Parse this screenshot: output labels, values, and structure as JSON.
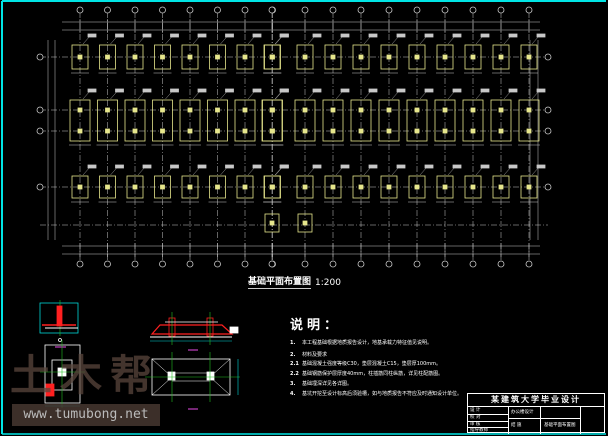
{
  "drawing": {
    "plan_title": "基础平面布置图",
    "plan_scale": "1:200",
    "frame_color": "#00e5e5",
    "footing_color": "#e6e68c",
    "axis_color": "#c8c8c8"
  },
  "notes": {
    "title": "说明：",
    "items": [
      {
        "num": "1.",
        "text": "本工程基础根据地质报告设计，地基承载力特征值见说明。"
      },
      {
        "num": "2.",
        "text": "材料及要求"
      },
      {
        "num": "2.1",
        "text": "基础混凝土强度等级C30，垫层混凝土C15，垫层厚100mm。"
      },
      {
        "num": "2.2",
        "text": "基础钢筋保护层厚度40mm，柱插筋同柱纵筋，详见柱配筋图。"
      },
      {
        "num": "3.",
        "text": "基础埋深详见各详图。"
      },
      {
        "num": "4.",
        "text": "基坑开挖至设计标高后须验槽，如与地质报告不符应及时通知设计单位。"
      }
    ]
  },
  "title_block": {
    "school": "某建筑大学毕业设计",
    "rows": [
      "设 计",
      "校 对",
      "审 核",
      "指导教师"
    ],
    "drawing_name": "基础平面布置图",
    "sheet_label": "结 施",
    "project": "办公楼设计"
  },
  "watermark": {
    "logo": "土木帮",
    "url": "www.tumubong.net"
  }
}
